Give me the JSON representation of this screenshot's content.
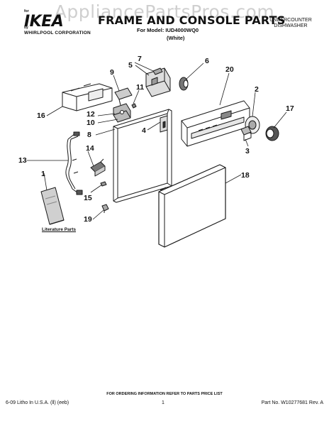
{
  "watermark": "AppliancePartsPros.com",
  "header": {
    "for_text": "for",
    "brand": "IKEA",
    "by_text": "by",
    "corp": "WHIRLPOOL CORPORATION",
    "title": "FRAME AND CONSOLE PARTS",
    "model_line": "For Model: IUD4000WQ0",
    "color_line": "(White)",
    "unit_type_1": "UNDERCOUNTER",
    "unit_type_2": "DISHWASHER"
  },
  "callouts": [
    "1",
    "2",
    "3",
    "4",
    "5",
    "6",
    "7",
    "8",
    "9",
    "10",
    "11",
    "12",
    "13",
    "14",
    "15",
    "16",
    "17",
    "18",
    "19",
    "20"
  ],
  "literature_label": "Literature Parts",
  "footer": {
    "order_note": "FOR ORDERING INFORMATION REFER TO PARTS PRICE LIST",
    "litho": "6-09 Litho In U.S.A. (ll) (eeb)",
    "page": "1",
    "part_no": "Part No. W10277681 Rev. A"
  },
  "colors": {
    "line": "#1a1a1a",
    "shade": "#9a9a9a",
    "light": "#d8d8d8",
    "watermark": "#cfcfcf"
  }
}
